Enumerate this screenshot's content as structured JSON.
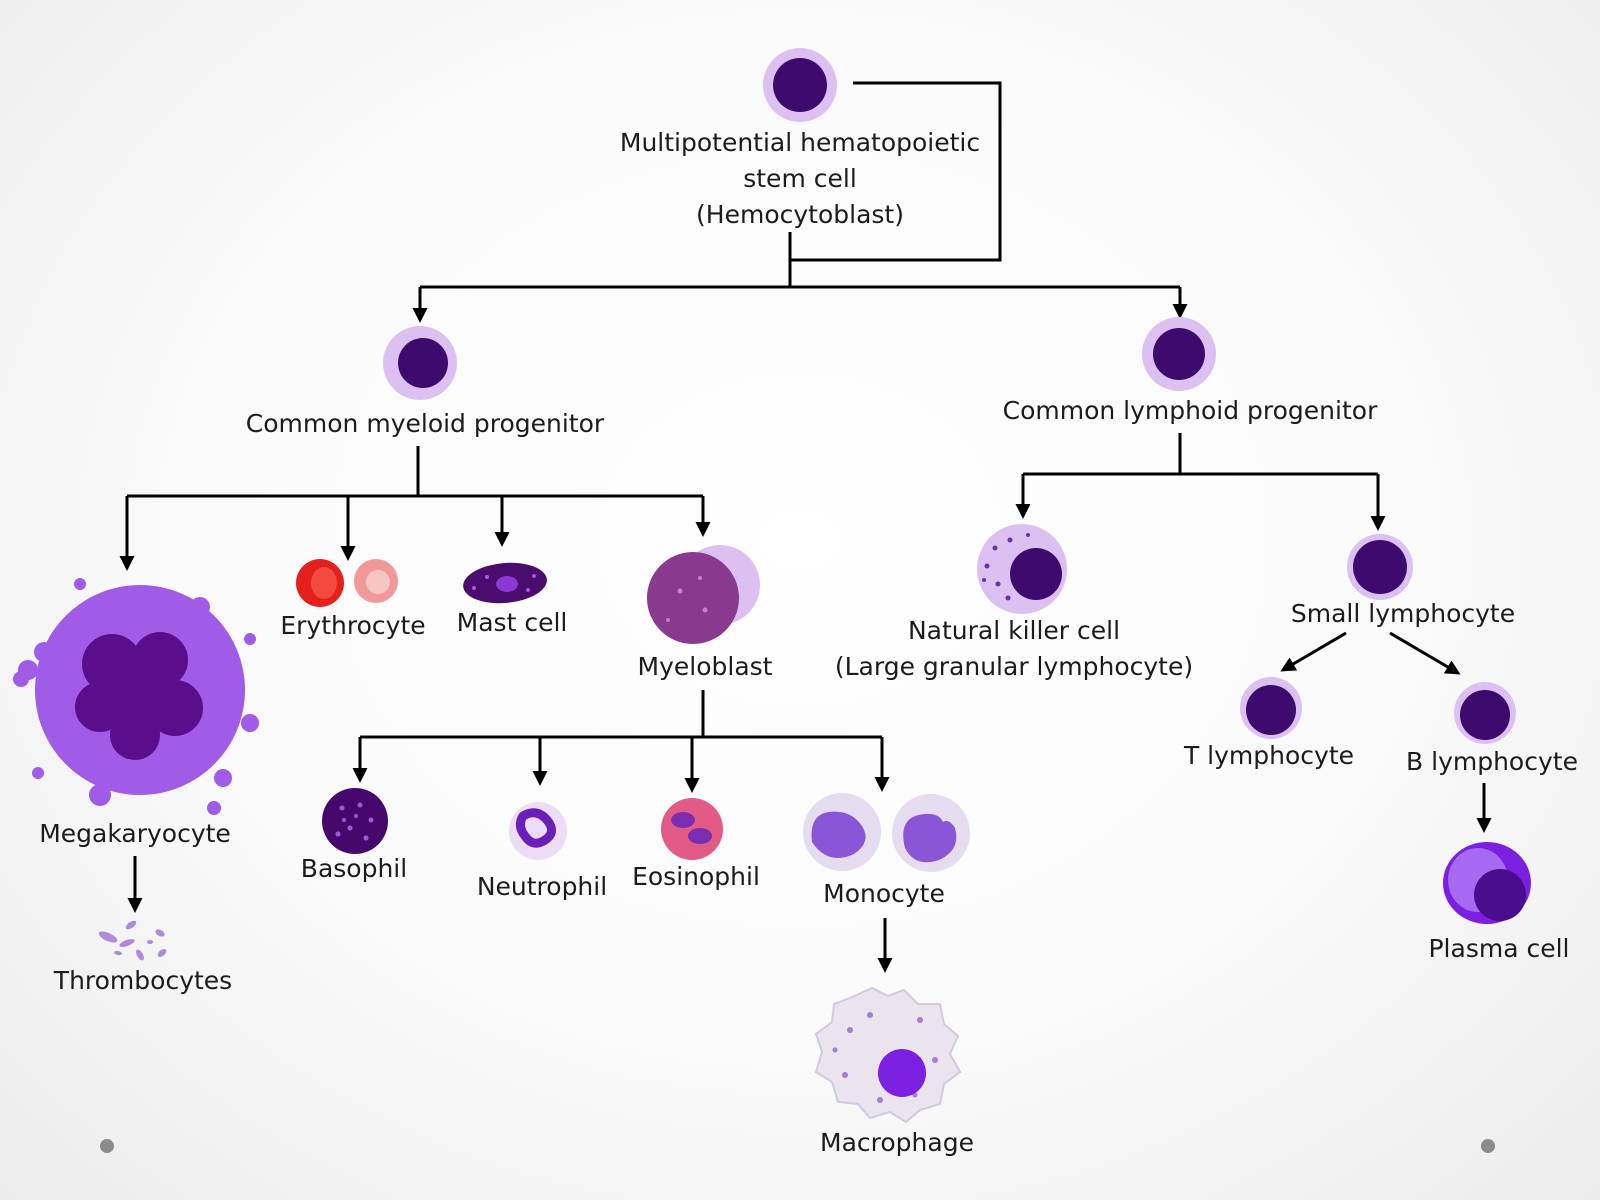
{
  "diagram": {
    "nodes": {
      "stem_cell": {
        "label_lines": [
          "Multipotential hematopoietic",
          "stem cell",
          "(Hemocytoblast)"
        ]
      },
      "myeloid": {
        "label_lines": [
          "Common myeloid progenitor"
        ]
      },
      "lymphoid": {
        "label_lines": [
          "Common lymphoid progenitor"
        ]
      },
      "megakaryocyte": {
        "label_lines": [
          "Megakaryocyte"
        ]
      },
      "thrombocytes": {
        "label_lines": [
          "Thrombocytes"
        ]
      },
      "erythrocyte": {
        "label_lines": [
          "Erythrocyte"
        ]
      },
      "mast_cell": {
        "label_lines": [
          "Mast cell"
        ]
      },
      "myeloblast": {
        "label_lines": [
          "Myeloblast"
        ]
      },
      "basophil": {
        "label_lines": [
          "Basophil"
        ]
      },
      "neutrophil": {
        "label_lines": [
          "Neutrophil"
        ]
      },
      "eosinophil": {
        "label_lines": [
          "Eosinophil"
        ]
      },
      "monocyte": {
        "label_lines": [
          "Monocyte"
        ]
      },
      "macrophage": {
        "label_lines": [
          "Macrophage"
        ]
      },
      "nk_cell": {
        "label_lines": [
          "Natural killer cell",
          "(Large granular lymphocyte)"
        ]
      },
      "small_lymphocyte": {
        "label_lines": [
          "Small lymphocyte"
        ]
      },
      "t_lymphocyte": {
        "label_lines": [
          "T lymphocyte"
        ]
      },
      "b_lymphocyte": {
        "label_lines": [
          "B lymphocyte"
        ]
      },
      "plasma_cell": {
        "label_lines": [
          "Plasma cell"
        ]
      }
    },
    "edges": [
      {
        "from": "stem_cell",
        "to": "stem_cell",
        "type": "self-renewal"
      },
      {
        "from": "stem_cell",
        "to": "myeloid"
      },
      {
        "from": "stem_cell",
        "to": "lymphoid"
      },
      {
        "from": "myeloid",
        "to": "megakaryocyte"
      },
      {
        "from": "myeloid",
        "to": "erythrocyte"
      },
      {
        "from": "myeloid",
        "to": "mast_cell"
      },
      {
        "from": "myeloid",
        "to": "myeloblast"
      },
      {
        "from": "megakaryocyte",
        "to": "thrombocytes"
      },
      {
        "from": "myeloblast",
        "to": "basophil"
      },
      {
        "from": "myeloblast",
        "to": "neutrophil"
      },
      {
        "from": "myeloblast",
        "to": "eosinophil"
      },
      {
        "from": "myeloblast",
        "to": "monocyte"
      },
      {
        "from": "monocyte",
        "to": "macrophage"
      },
      {
        "from": "lymphoid",
        "to": "nk_cell"
      },
      {
        "from": "lymphoid",
        "to": "small_lymphocyte"
      },
      {
        "from": "small_lymphocyte",
        "to": "t_lymphocyte"
      },
      {
        "from": "small_lymphocyte",
        "to": "b_lymphocyte"
      },
      {
        "from": "b_lymphocyte",
        "to": "plasma_cell"
      }
    ],
    "colors": {
      "nucleus": "#3d0a6e",
      "membrane": "#d9b8f0",
      "cytoplasm_violet": "#a05ce6",
      "erythrocyte_red": "#e3201b",
      "myeloblast_magenta": "#8a3a8e",
      "eosinophil_pink": "#e35a86",
      "macrophage_nucleus": "#7b1fe0",
      "arrows": "#000000"
    }
  }
}
